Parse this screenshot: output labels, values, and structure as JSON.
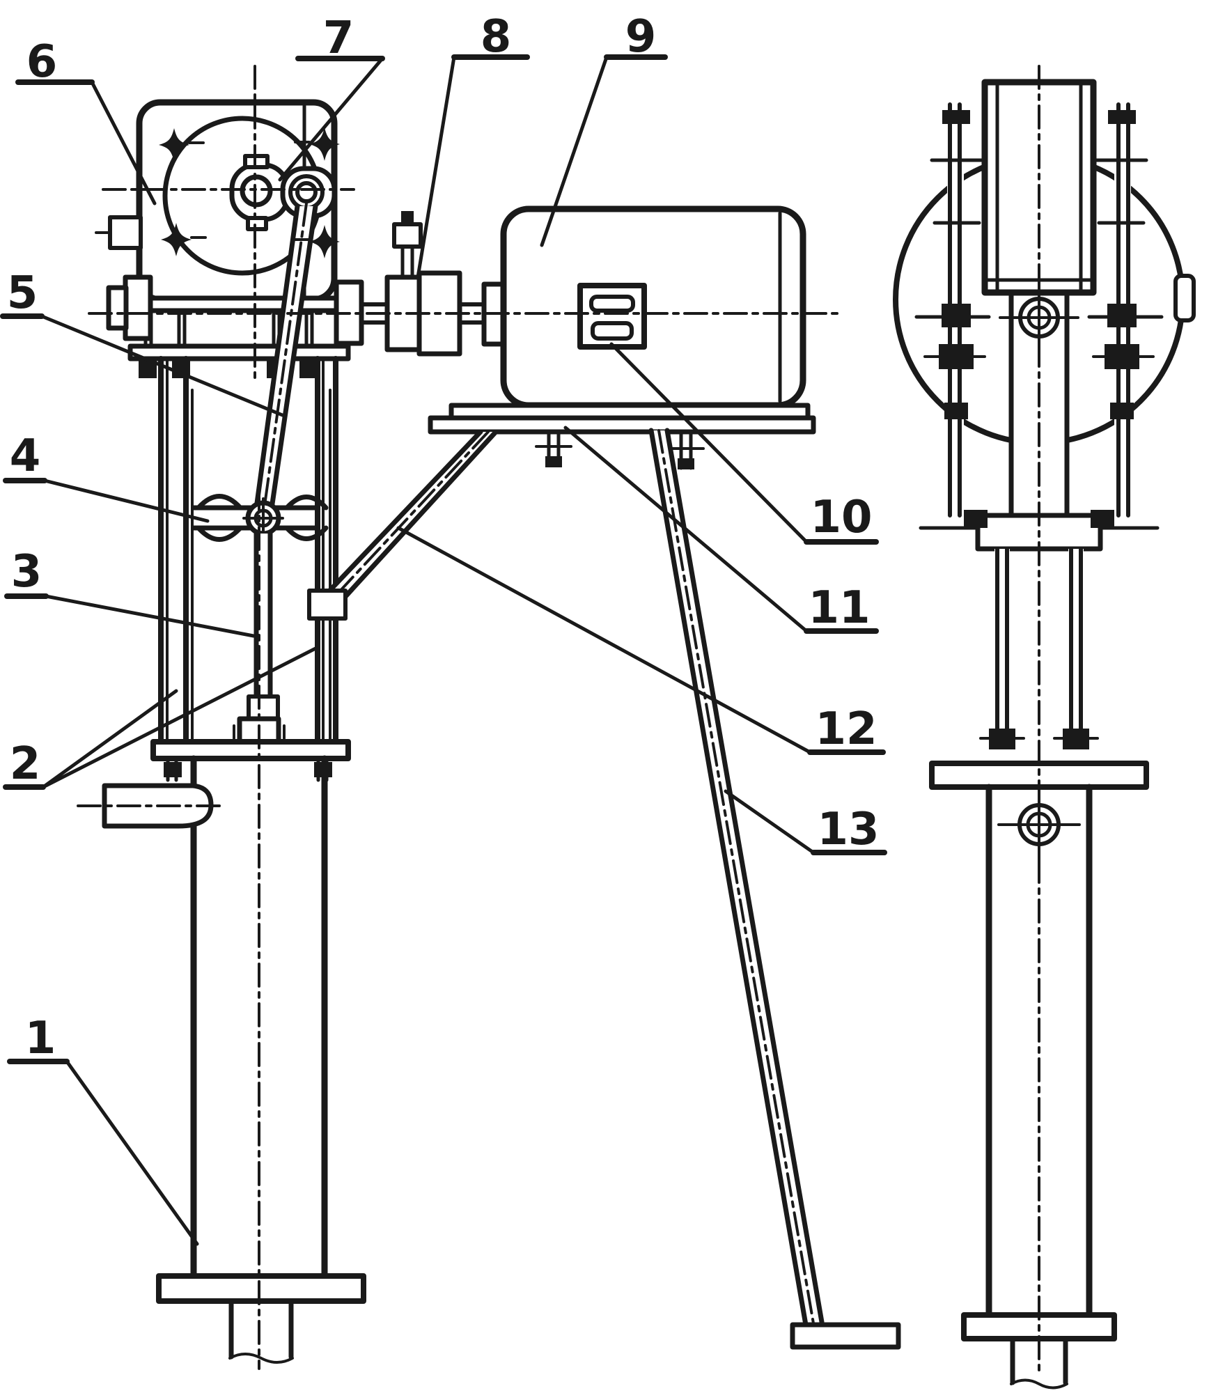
{
  "figure": {
    "type": "technical-line-drawing",
    "description_visible_text_only": true,
    "ink_color": "#1a1a1a",
    "paper_color": "#ffffff",
    "views": {
      "left": "front-elevation",
      "right": "side-elevation"
    },
    "callouts": {
      "c1": {
        "text": "1"
      },
      "c2": {
        "text": "2"
      },
      "c3": {
        "text": "3"
      },
      "c4": {
        "text": "4"
      },
      "c5": {
        "text": "5"
      },
      "c6": {
        "text": "6"
      },
      "c7": {
        "text": "7"
      },
      "c8": {
        "text": "8"
      },
      "c9": {
        "text": "9"
      },
      "c10": {
        "text": "10"
      },
      "c11": {
        "text": "11"
      },
      "c12": {
        "text": "12"
      },
      "c13": {
        "text": "13"
      }
    }
  }
}
